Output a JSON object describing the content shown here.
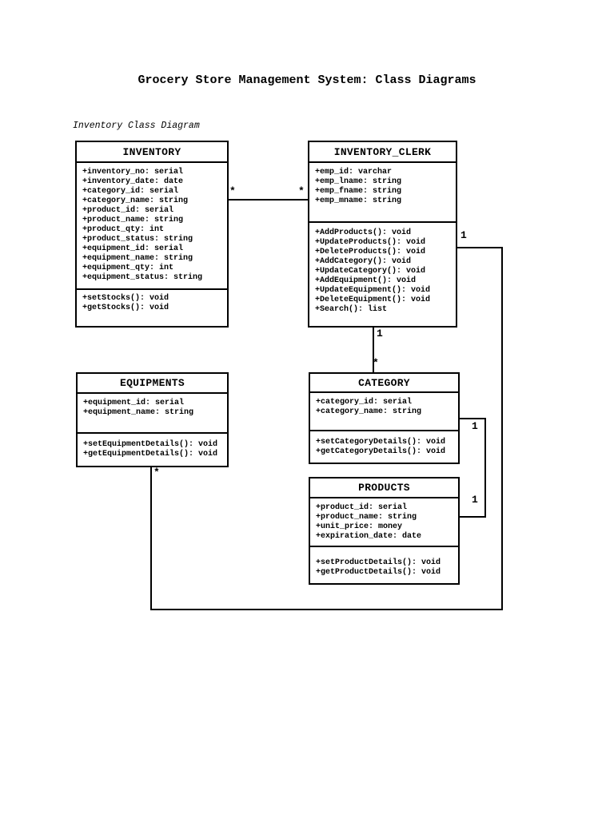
{
  "page": {
    "title": "Grocery Store Management System: Class Diagrams",
    "subtitle": "Inventory Class Diagram"
  },
  "colors": {
    "background": "#ffffff",
    "text": "#000000",
    "line": "#000000"
  },
  "classes": [
    {
      "name": "INVENTORY",
      "attributes": [
        "+inventory_no: serial",
        "+inventory_date: date",
        "+category_id: serial",
        "+category_name: string",
        "+product_id: serial",
        "+product_name: string",
        "+product_qty: int",
        "+product_status: string",
        "+equipment_id: serial",
        "+equipment_name: string",
        "+equipment_qty: int",
        "+equipment_status: string"
      ],
      "methods": [
        "+setStocks(): void",
        "+getStocks(): void"
      ]
    },
    {
      "name": "INVENTORY_CLERK",
      "attributes": [
        "+emp_id: varchar",
        "+emp_lname: string",
        "+emp_fname: string",
        "+emp_mname: string"
      ],
      "methods": [
        "+AddProducts(): void",
        "+UpdateProducts(): void",
        "+DeleteProducts(): void",
        "+AddCategory(): void",
        "+UpdateCategory(): void",
        "+AddEquipment(): void",
        "+UpdateEquipment(): void",
        "+DeleteEquipment(): void",
        "+Search(): list"
      ]
    },
    {
      "name": "EQUIPMENTS",
      "attributes": [
        "+equipment_id: serial",
        "+equipment_name: string"
      ],
      "methods": [
        "+setEquipmentDetails(): void",
        "+getEquipmentDetails(): void"
      ]
    },
    {
      "name": "CATEGORY",
      "attributes": [
        "+category_id: serial",
        "+category_name: string"
      ],
      "methods": [
        "+setCategoryDetails(): void",
        "+getCategoryDetails(): void"
      ]
    },
    {
      "name": "PRODUCTS",
      "attributes": [
        "+product_id: serial",
        "+product_name: string",
        "+unit_price: money",
        "+expiration_date: date"
      ],
      "methods": [
        "+setProductDetails(): void",
        "+getProductDetails(): void"
      ]
    }
  ],
  "relationships": [
    {
      "from": "INVENTORY",
      "to": "INVENTORY_CLERK",
      "from_mult": "*",
      "to_mult": "*"
    },
    {
      "from": "INVENTORY_CLERK",
      "to": "CATEGORY",
      "from_mult": "1",
      "to_mult": "*"
    },
    {
      "from": "CATEGORY",
      "to": "PRODUCTS",
      "from_mult": "1",
      "to_mult": "1"
    },
    {
      "from": "INVENTORY_CLERK",
      "to": "EQUIPMENTS",
      "from_mult": "1",
      "to_mult": "*"
    }
  ]
}
